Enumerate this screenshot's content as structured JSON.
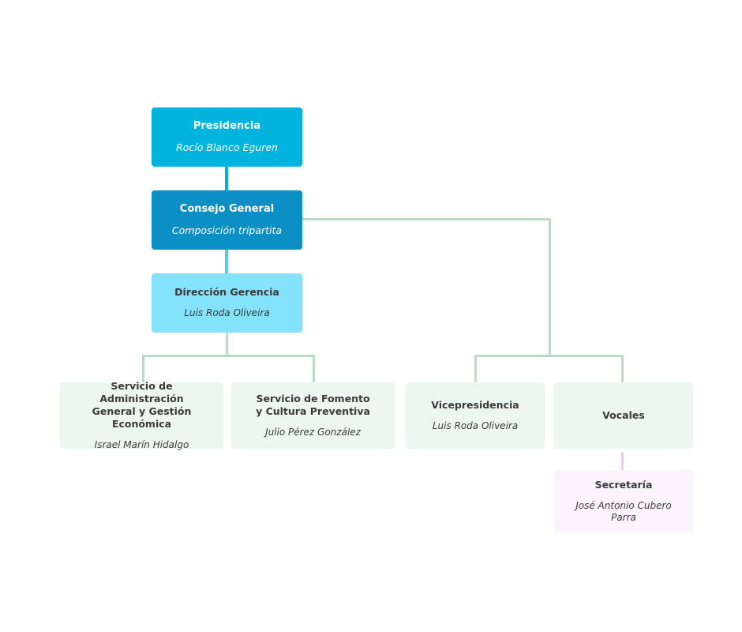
{
  "diagram": {
    "type": "organizational-chart",
    "background_color": "#ffffff",
    "nodes": [
      {
        "id": "presidencia",
        "title": "Presidencia",
        "subtitle": "Rocío Blanco Eguren",
        "color": "#00b4e0",
        "text_color": "#ffffff"
      },
      {
        "id": "consejo-general",
        "title": "Consejo General",
        "subtitle": "Composición tripartita",
        "color": "#0b8fc4",
        "text_color": "#ffffff"
      },
      {
        "id": "direccion-gerencia",
        "title": "Dirección Gerencia",
        "subtitle": "Luis Roda Oliveira",
        "color": "#85e2fb",
        "text_color": "#3a3a3a"
      },
      {
        "id": "servicio-administracion",
        "title": "Servicio de Administración\nGeneral y Gestión Económica",
        "subtitle": "Israel Marín Hidalgo",
        "color": "#ecf8ef",
        "text_color": "#3a3a3a"
      },
      {
        "id": "servicio-fomento",
        "title": "Servicio de Fomento\ny Cultura Preventiva",
        "subtitle": "Julio Pérez González",
        "color": "#ecf8ef",
        "text_color": "#3a3a3a"
      },
      {
        "id": "vicepresidencia",
        "title": "Vicepresidencia",
        "subtitle": "Luis Roda Oliveira",
        "color": "#ecf8ef",
        "text_color": "#3a3a3a"
      },
      {
        "id": "vocales",
        "title": "Vocales",
        "subtitle": "",
        "color": "#ecf8ef",
        "text_color": "#3a3a3a"
      },
      {
        "id": "secretaria",
        "title": "Secretaría",
        "subtitle": "José Antonio Cubero Parra",
        "color": "#fcf4fc",
        "text_color": "#3a3a3a"
      }
    ],
    "connectors": [
      {
        "id": "presidencia-to-consejo",
        "color": "#00b0dc"
      },
      {
        "id": "consejo-to-direccion",
        "color": "#5bc8e8"
      },
      {
        "id": "consejo-to-organs",
        "color": "#b8dcc4"
      },
      {
        "id": "direccion-to-servicios",
        "color": "#b8dcc4"
      },
      {
        "id": "vocales-to-secretaria",
        "color": "#f0c8e8"
      }
    ]
  }
}
